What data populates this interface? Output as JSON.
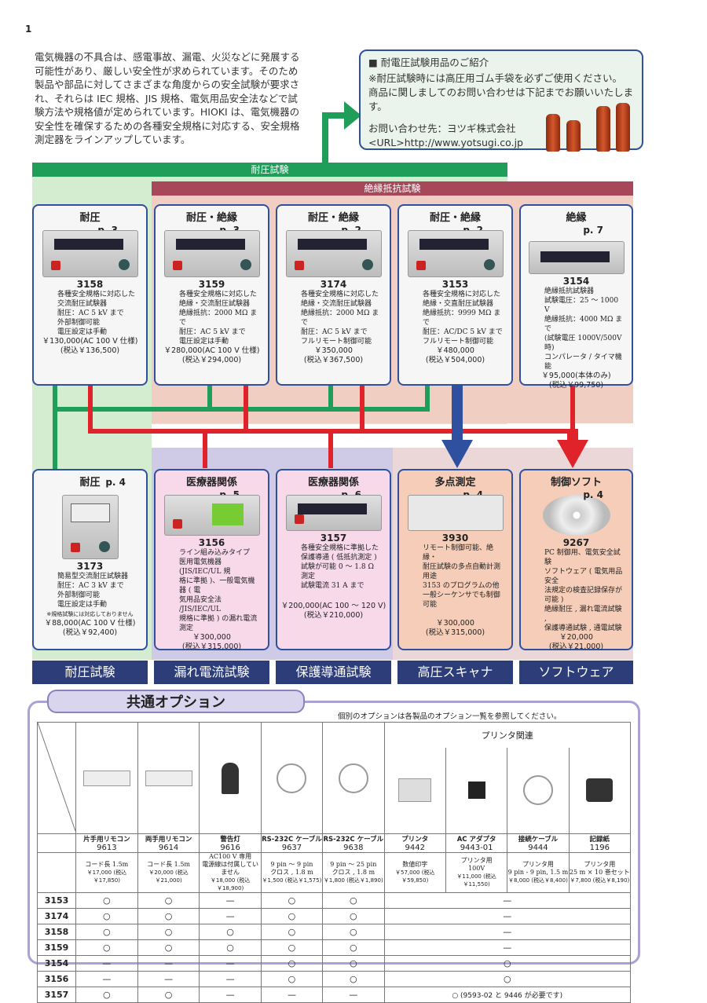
{
  "page_number": "1",
  "intro_text": "電気機器の不具合は、感電事故、漏電、火災などに発展する可能性があり、厳しい安全性が求められています。そのため製品や部品に対してさまざまな角度からの安全試験が要求され、それらは IEC 規格、JIS 規格、電気用品安全法などで試験方法や規格値が定められています。HIOKI は、電気機器の安全性を確保するための各種安全規格に対応する、安全規格測定器をラインアップしています。",
  "info_box": {
    "title": "■ 耐電圧試験用品のご紹介",
    "line1": "※耐圧試験時には高圧用ゴム手袋を必ずご使用ください。",
    "line2": "商品に関しましてのお問い合わせは下記までお願いいたします。",
    "contact": "お問い合わせ先：ヨツギ株式会社",
    "url": "<URL>http://www.yotsugi.co.jp"
  },
  "bands": {
    "green": "耐圧試験",
    "red": "絶縁抵抗試験"
  },
  "colors": {
    "green": "#1f9e5a",
    "red": "#e0222a",
    "blue": "#2f4f9f",
    "navy": "#2d3d7a"
  },
  "top_cards": [
    {
      "title": "耐圧",
      "page": "p. 3",
      "model": "3158",
      "desc": "各種安全規格に対応した\n交流耐圧試験器\n耐圧：AC 5 kV まで\n外部制御可能\n電圧設定は手動",
      "price": "￥130,000(AC 100 V 仕様)",
      "tax": "(税込￥136,500)"
    },
    {
      "title": "耐圧・絶縁",
      "page": "p. 3",
      "model": "3159",
      "desc": "各種安全規格に対応した\n絶縁・交流耐圧試験器\n絶縁抵抗：2000 MΩ まで\n耐圧：AC 5 kV まで\n電圧設定は手動",
      "price": "￥280,000(AC 100 V 仕様)",
      "tax": "(税込￥294,000)"
    },
    {
      "title": "耐圧・絶縁",
      "page": "p. 2",
      "model": "3174",
      "desc": "各種安全規格に対応した\n絶縁・交流耐圧試験器\n絶縁抵抗：2000 MΩ まで\n耐圧：AC 5 kV まで\nフルリモート制御可能",
      "price": "￥350,000",
      "tax": "(税込￥367,500)"
    },
    {
      "title": "耐圧・絶縁",
      "page": "p. 2",
      "model": "3153",
      "desc": "各種安全規格に対応した\n絶縁・交直耐圧試験器\n絶縁抵抗：9999 MΩ まで\n耐圧：AC/DC 5 kV まで\nフルリモート制御可能",
      "price": "￥480,000",
      "tax": "(税込￥504,000)"
    },
    {
      "title": "絶縁",
      "page": "p. 7",
      "model": "3154",
      "desc": "絶縁抵抗試験器\n試験電圧：25 ～ 1000 V\n絶縁抵抗：4000 MΩ まで\n(試験電圧 1000V/500V 時)\nコンパレータ / タイマ機能",
      "price": "￥95,000(本体のみ)",
      "tax": "(税込￥99,750)"
    }
  ],
  "bottom_cards": [
    {
      "title": "耐圧",
      "page": "p. 4",
      "model": "3173",
      "desc": "簡易型交流耐圧試験器\n耐圧：AC 3 kV まで\n外部制御可能\n電圧設定は手動",
      "note": "※規格試験には対応しておりません",
      "price": "￥88,000(AC 100 V 仕様)",
      "tax": "(税込￥92,400)"
    },
    {
      "title": "医療器関係",
      "page": "p. 5",
      "model": "3156",
      "desc": "ライン組み込みタイプ\n医用電気機器 (JIS/IEC/UL 規\n格に準拠 )、一般電気機器 ( 電\n気用品安全法 /JIS/IEC/UL\n規格に準拠 ) の漏れ電流測定",
      "note": "",
      "price": "￥300,000",
      "tax": "(税込￥315,000)"
    },
    {
      "title": "医療器関係",
      "page": "p. 6",
      "model": "3157",
      "desc": "各種安全規格に準拠した\n保護導通 ( 低抵抗測定 )\n試験が可能 0 ～ 1.8 Ω 測定\n試験電流 31 A まで",
      "note": "",
      "price": "￥200,000(AC 100 ～ 120 V)",
      "tax": "(税込￥210,000)"
    },
    {
      "title": "多点測定",
      "page": "p. 4",
      "model": "3930",
      "desc": "リモート制御可能、絶縁・\n耐圧試験の多点自動計測用途\n3153 のプログラムの他\n一般シーケンサでも制御可能",
      "note": "",
      "price": "￥300,000",
      "tax": "(税込￥315,000)"
    },
    {
      "title": "制御ソフト",
      "page": "p. 4",
      "model": "9267",
      "desc": "PC 制御用、電気安全試験\nソフトウェア ( 電気用品安全\n法規定の検査記録保存が可能 )\n絶縁耐圧 , 漏れ電流試験 ,\n保護導通試験 , 通電試験",
      "note": "",
      "price": "￥20,000",
      "tax": "(税込￥21,000)"
    }
  ],
  "categories": [
    "耐圧試験",
    "漏れ電流試験",
    "保護導通試験",
    "高圧スキャナ",
    "ソフトウェア"
  ],
  "options": {
    "title": "共通オプション",
    "note": "個別のオプションは各製品のオプション一覧を参照してください。",
    "printer_group": "プリンタ関連",
    "items": [
      {
        "name": "片手用リモコン",
        "model": "9613",
        "spec": "コード長 1.5m",
        "price": "￥17,000 (税込￥17,850)"
      },
      {
        "name": "両手用リモコン",
        "model": "9614",
        "spec": "コード長 1.5m",
        "price": "￥20,000 (税込￥21,000)"
      },
      {
        "name": "警告灯",
        "model": "9616",
        "spec": "AC100 V 専用\n電源線は付属していません",
        "price": "￥18,000 (税込￥18,900)"
      },
      {
        "name": "RS-232C ケーブル",
        "model": "9637",
        "spec": "9 pin ～ 9 pin\nクロス , 1.8 m",
        "price": "￥1,500 (税込￥1,575)"
      },
      {
        "name": "RS-232C ケーブル",
        "model": "9638",
        "spec": "9 pin ～ 25 pin\nクロス , 1.8 m",
        "price": "￥1,800 (税込￥1,890)"
      },
      {
        "name": "プリンタ",
        "model": "9442",
        "spec": "数値印字",
        "price": "￥57,000 (税込￥59,850)"
      },
      {
        "name": "AC アダプタ",
        "model": "9443-01",
        "spec": "プリンタ用\n100V",
        "price": "￥11,000 (税込￥11,550)"
      },
      {
        "name": "接続ケーブル",
        "model": "9444",
        "spec": "プリンタ用\n9 pin - 9 pin, 1.5 m",
        "price": "￥8,000 (税込￥8,400)"
      },
      {
        "name": "記録紙",
        "model": "1196",
        "spec": "プリンタ用\n25 m × 10 巻セット",
        "price": "￥7,800 (税込￥8,190)"
      }
    ],
    "rows": [
      {
        "model": "3153",
        "cells": [
          "○",
          "○",
          "—",
          "○",
          "○"
        ],
        "printer": "—"
      },
      {
        "model": "3174",
        "cells": [
          "○",
          "○",
          "—",
          "○",
          "○"
        ],
        "printer": "—"
      },
      {
        "model": "3158",
        "cells": [
          "○",
          "○",
          "○",
          "○",
          "○"
        ],
        "printer": "—"
      },
      {
        "model": "3159",
        "cells": [
          "○",
          "○",
          "○",
          "○",
          "○"
        ],
        "printer": "—"
      },
      {
        "model": "3154",
        "cells": [
          "—",
          "—",
          "—",
          "○",
          "○"
        ],
        "printer": "○"
      },
      {
        "model": "3156",
        "cells": [
          "—",
          "—",
          "—",
          "○",
          "○"
        ],
        "printer": "○"
      },
      {
        "model": "3157",
        "cells": [
          "○",
          "○",
          "—",
          "—",
          "—"
        ],
        "printer": "○ (9593-02 と 9446 が必要です)"
      }
    ]
  }
}
